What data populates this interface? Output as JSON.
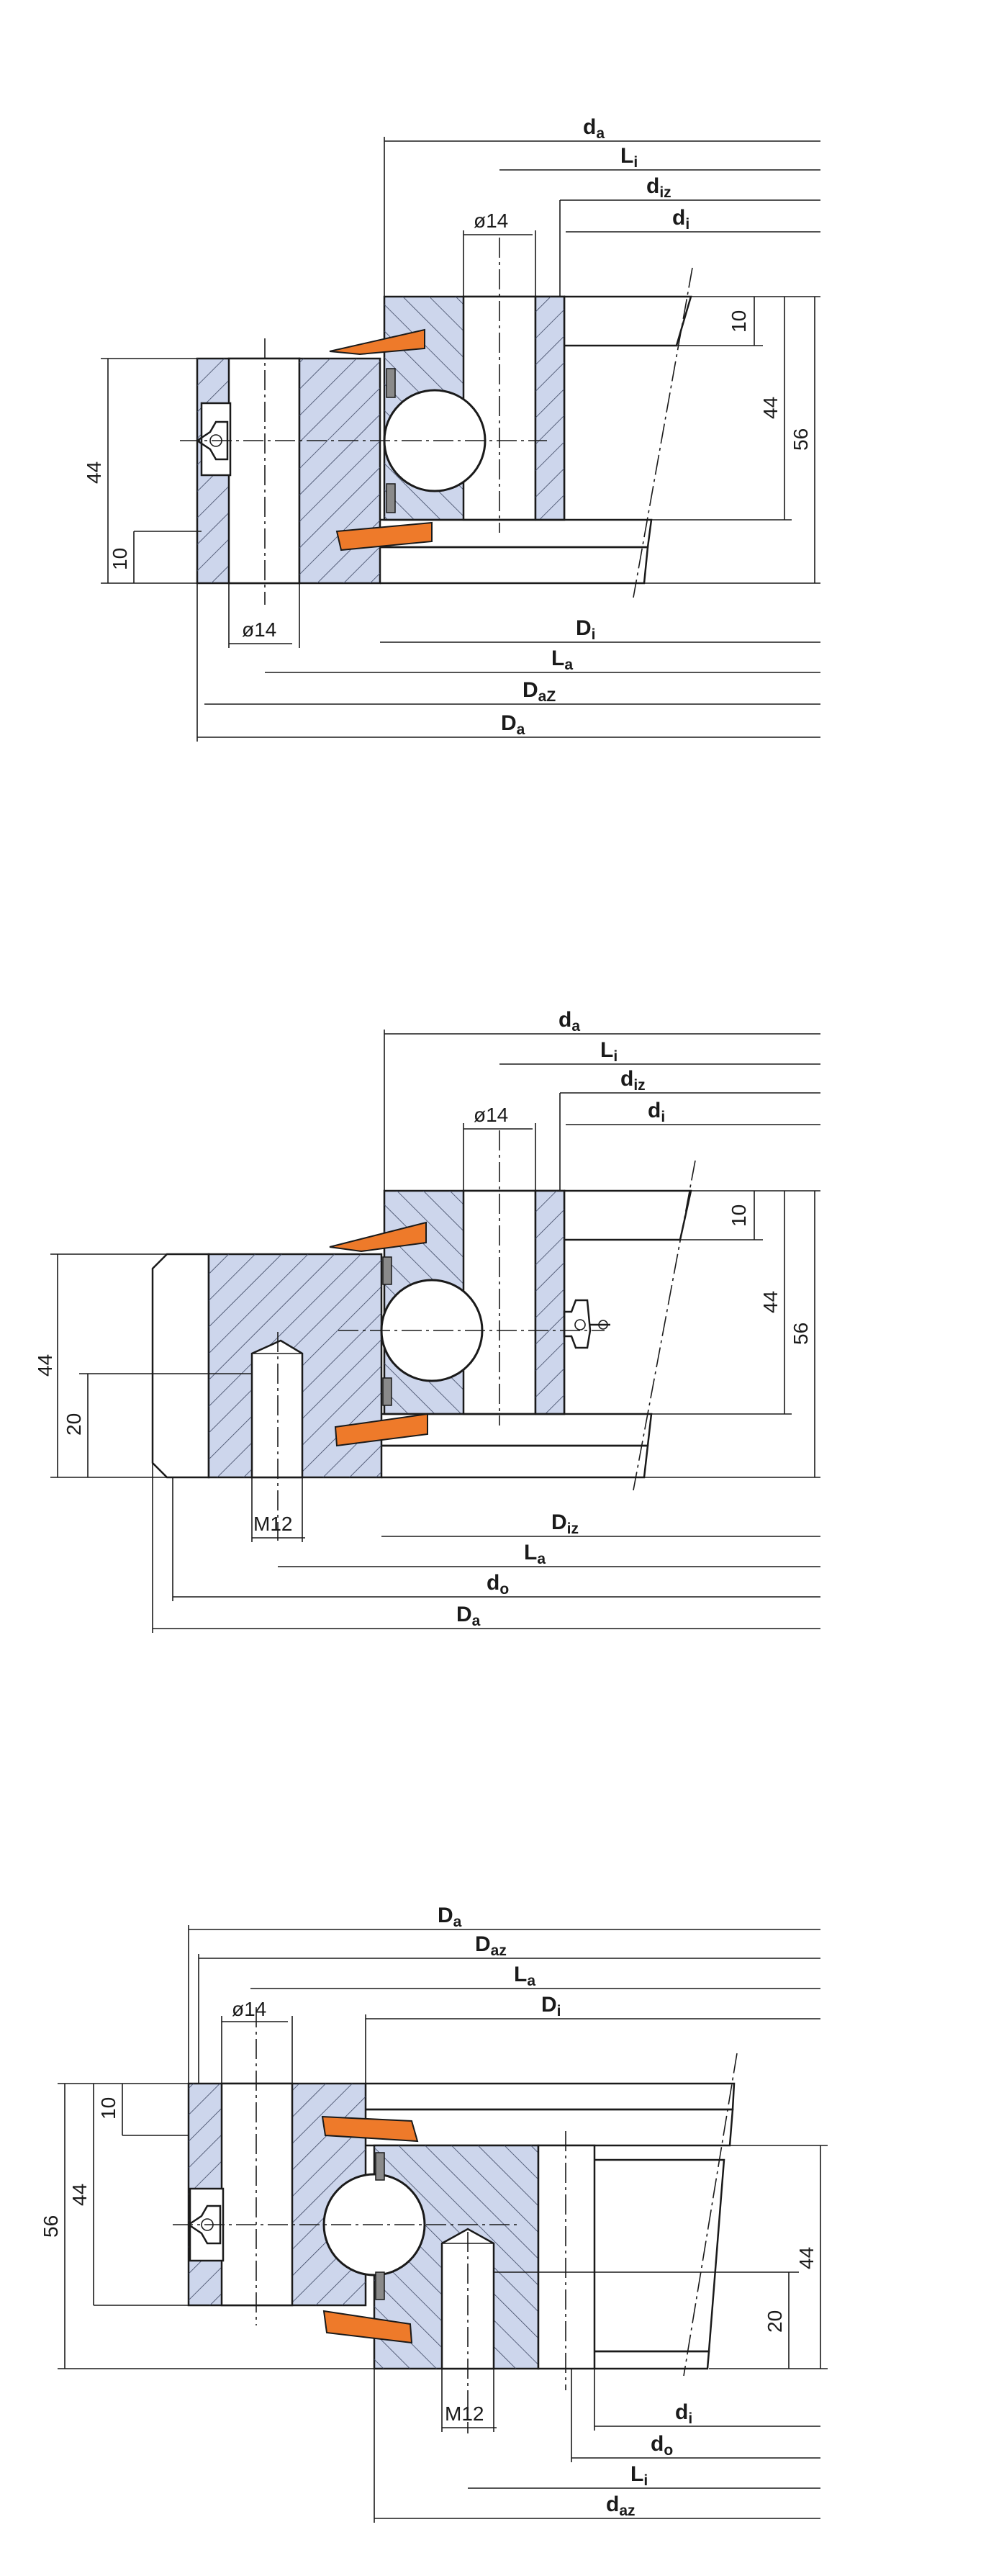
{
  "drawings": [
    {
      "id": "top",
      "dim_labels": [
        {
          "base": "d",
          "sub": "a"
        },
        {
          "base": "L",
          "sub": "i"
        },
        {
          "base": "d",
          "sub": "iz"
        },
        {
          "base": "d",
          "sub": "i"
        },
        {
          "base": "D",
          "sub": "i"
        },
        {
          "base": "L",
          "sub": "a"
        },
        {
          "base": "D",
          "sub": "aZ"
        },
        {
          "base": "D",
          "sub": "a"
        }
      ],
      "values": {
        "hole_top": "ø14",
        "hole_bottom": "ø14",
        "h44_left": "44",
        "h10_left": "10",
        "h10_right": "10",
        "h44_right": "44",
        "h56_right": "56"
      }
    },
    {
      "id": "middle",
      "dim_labels": [
        {
          "base": "d",
          "sub": "a"
        },
        {
          "base": "L",
          "sub": "i"
        },
        {
          "base": "d",
          "sub": "iz"
        },
        {
          "base": "d",
          "sub": "i"
        },
        {
          "base": "D",
          "sub": "iz"
        },
        {
          "base": "L",
          "sub": "a"
        },
        {
          "base": "d",
          "sub": "o"
        },
        {
          "base": "D",
          "sub": "a"
        }
      ],
      "values": {
        "hole_top": "ø14",
        "thread": "M12",
        "h44_left": "44",
        "h20_left": "20",
        "h10_right": "10",
        "h44_right": "44",
        "h56_right": "56"
      }
    },
    {
      "id": "bottom",
      "dim_labels": [
        {
          "base": "D",
          "sub": "a"
        },
        {
          "base": "D",
          "sub": "az"
        },
        {
          "base": "L",
          "sub": "a"
        },
        {
          "base": "D",
          "sub": "i"
        },
        {
          "base": "d",
          "sub": "i"
        },
        {
          "base": "d",
          "sub": "o"
        },
        {
          "base": "L",
          "sub": "i"
        },
        {
          "base": "d",
          "sub": "az"
        }
      ],
      "values": {
        "hole_top": "ø14",
        "thread": "M12",
        "h10_left": "10",
        "h44_left": "44",
        "h56_left": "56",
        "h44_right": "44",
        "h20_right": "20"
      }
    }
  ],
  "colors": {
    "steel": "#cdd6ec",
    "seal": "#ee7a2a",
    "spacer": "#8a8a8a",
    "line": "#1a1a1a"
  }
}
